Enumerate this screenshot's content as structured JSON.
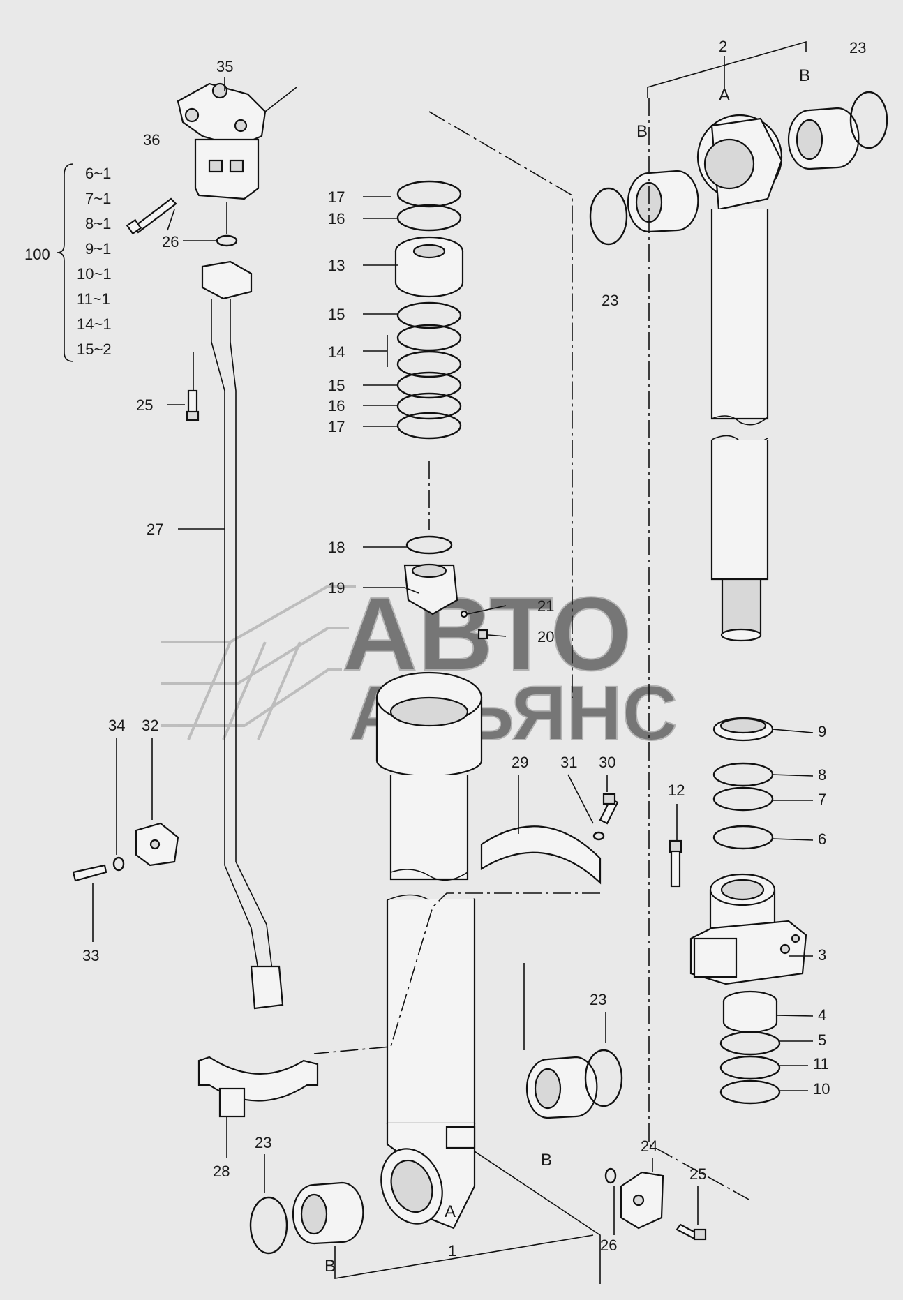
{
  "callouts": {
    "c1": "1",
    "c2": "2",
    "c3": "3",
    "c4": "4",
    "c5": "5",
    "c6": "6",
    "c7": "7",
    "c8": "8",
    "c9": "9",
    "c10": "10",
    "c11": "11",
    "c12": "12",
    "c13": "13",
    "c14": "14",
    "c15": "15",
    "c16": "16",
    "c17": "17",
    "c18": "18",
    "c19": "19",
    "c20": "20",
    "c21": "21",
    "c23": "23",
    "c24": "24",
    "c25": "25",
    "c26": "26",
    "c27": "27",
    "c28": "28",
    "c29": "29",
    "c30": "30",
    "c31": "31",
    "c32": "32",
    "c33": "33",
    "c34": "34",
    "c35": "35",
    "c36": "36",
    "letter_a": "A",
    "letter_b": "B"
  },
  "kit": {
    "number": "100",
    "items": [
      "6~1",
      "7~1",
      "8~1",
      "9~1",
      "10~1",
      "11~1",
      "14~1",
      "15~2"
    ]
  },
  "watermark": {
    "line1": "АВТО",
    "line2": "АЛЬЯНС"
  },
  "colors": {
    "background": "#e9e9e9",
    "line": "#111111",
    "watermark": "#bdbdbd"
  }
}
